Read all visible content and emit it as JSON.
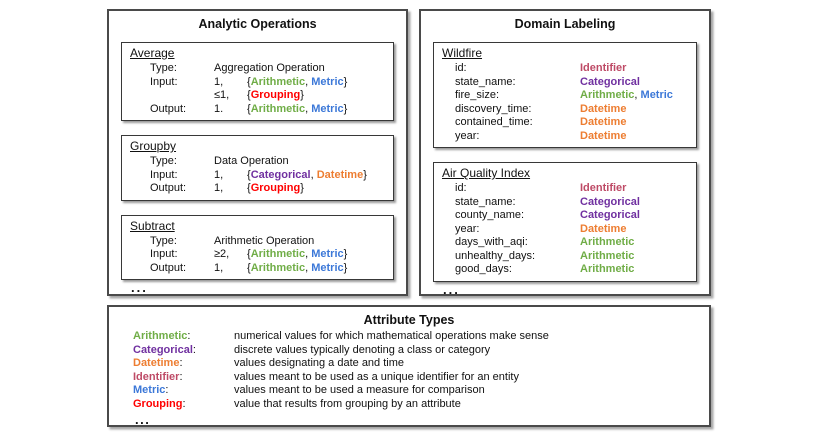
{
  "attribute_colors": {
    "Arithmetic": "#70AD47",
    "Categorical": "#7030A0",
    "Datetime": "#ED7D31",
    "Identifier": "#BE4A66",
    "Metric": "#3C78D8",
    "Grouping": "#FF0000"
  },
  "punctuation": {
    "open_brace": "{",
    "close_brace": "}",
    "separator": ", ",
    "colon": ":"
  },
  "analytic_operations": {
    "title": "Analytic Operations",
    "ellipsis": "...",
    "operations": [
      {
        "name": "Average",
        "rows": [
          {
            "label": "Type:",
            "value": "Aggregation Operation"
          },
          {
            "label": "Input:",
            "count": "1,",
            "types": [
              "Arithmetic",
              "Metric"
            ]
          },
          {
            "label": "",
            "count": "≤1,",
            "types": [
              "Grouping"
            ]
          },
          {
            "label": "Output:",
            "count": "1.",
            "types": [
              "Arithmetic",
              "Metric"
            ]
          }
        ]
      },
      {
        "name": "Groupby",
        "rows": [
          {
            "label": "Type:",
            "value": "Data Operation"
          },
          {
            "label": "Input:",
            "count": "1,",
            "types": [
              "Categorical",
              "Datetime"
            ]
          },
          {
            "label": "Output:",
            "count": "1,",
            "types": [
              "Grouping"
            ]
          }
        ]
      },
      {
        "name": "Subtract",
        "rows": [
          {
            "label": "Type:",
            "value": "Arithmetic Operation"
          },
          {
            "label": "Input:",
            "count": "≥2,",
            "types": [
              "Arithmetic",
              "Metric"
            ]
          },
          {
            "label": "Output:",
            "count": "1,",
            "types": [
              "Arithmetic",
              "Metric"
            ]
          }
        ]
      }
    ]
  },
  "domain_labeling": {
    "title": "Domain Labeling",
    "ellipsis": "...",
    "domains": [
      {
        "name": "Wildfire",
        "attributes": [
          {
            "name": "id:",
            "types": [
              "Identifier"
            ]
          },
          {
            "name": "state_name:",
            "types": [
              "Categorical"
            ]
          },
          {
            "name": "fire_size:",
            "types": [
              "Arithmetic",
              "Metric"
            ]
          },
          {
            "name": "discovery_time:",
            "types": [
              "Datetime"
            ]
          },
          {
            "name": "contained_time:",
            "types": [
              "Datetime"
            ]
          },
          {
            "name": "year:",
            "types": [
              "Datetime"
            ]
          }
        ]
      },
      {
        "name": "Air Quality Index",
        "attributes": [
          {
            "name": "id:",
            "types": [
              "Identifier"
            ]
          },
          {
            "name": "state_name:",
            "types": [
              "Categorical"
            ]
          },
          {
            "name": "county_name:",
            "types": [
              "Categorical"
            ]
          },
          {
            "name": "year:",
            "types": [
              "Datetime"
            ]
          },
          {
            "name": "days_with_aqi:",
            "types": [
              "Arithmetic"
            ]
          },
          {
            "name": "unhealthy_days:",
            "types": [
              "Arithmetic"
            ]
          },
          {
            "name": "good_days:",
            "types": [
              "Arithmetic"
            ]
          }
        ]
      }
    ]
  },
  "attribute_types": {
    "title": "Attribute Types",
    "ellipsis": "...",
    "entries": [
      {
        "type": "Arithmetic",
        "description": "numerical values for which mathematical operations make sense"
      },
      {
        "type": "Categorical",
        "description": "discrete values typically denoting a class or category"
      },
      {
        "type": "Datetime",
        "description": "values designating a date and time"
      },
      {
        "type": "Identifier",
        "description": "values meant to be used as a unique identifier for an entity"
      },
      {
        "type": "Metric",
        "description": "values meant to be used a measure for comparison"
      },
      {
        "type": "Grouping",
        "description": "value that results from grouping by an attribute"
      }
    ]
  }
}
